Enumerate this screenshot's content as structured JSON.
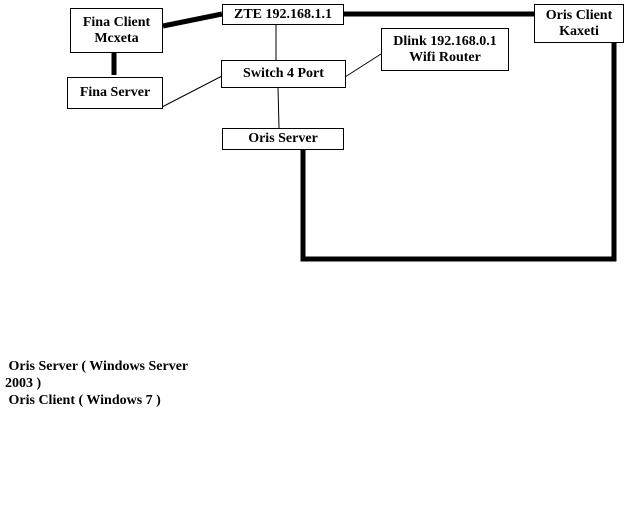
{
  "nodes": {
    "fina_client": {
      "line1": "Fina Client",
      "line2": "Mcxeta"
    },
    "fina_server": {
      "line1": "Fina Server"
    },
    "zte": {
      "line1": "ZTE 192.168.1.1"
    },
    "switch": {
      "line1": "Switch 4 Port"
    },
    "dlink": {
      "line1": "Dlink 192.168.0.1",
      "line2": "Wifi Router"
    },
    "oris_client": {
      "line1": "Oris Client",
      "line2": "Kaxeti"
    },
    "oris_server": {
      "line1": "Oris Server"
    }
  },
  "notes": {
    "line1": " Oris Server ( Windows Server",
    "line2": "2003 )",
    "line3": " Oris Client ( Windows 7 )"
  }
}
